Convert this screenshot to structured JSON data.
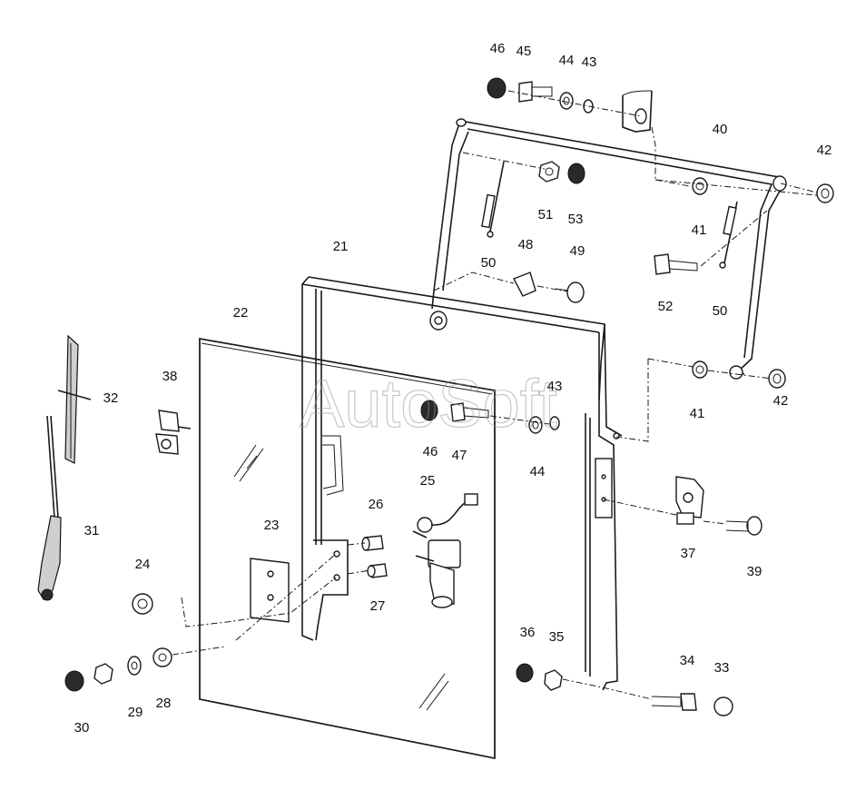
{
  "watermark": "AutoSoft",
  "callouts": {
    "p21": "21",
    "p22": "22",
    "p23": "23",
    "p24": "24",
    "p25": "25",
    "p26": "26",
    "p27": "27",
    "p28": "28",
    "p29": "29",
    "p30": "30",
    "p31": "31",
    "p32": "32",
    "p33": "33",
    "p34": "34",
    "p35": "35",
    "p36": "36",
    "p37": "37",
    "p38": "38",
    "p39": "39",
    "p40": "40",
    "p41a": "41",
    "p41b": "41",
    "p42a": "42",
    "p42b": "42",
    "p43a": "43",
    "p43b": "43",
    "p44a": "44",
    "p44b": "44",
    "p45": "45",
    "p46a": "46",
    "p46b": "46",
    "p47": "47",
    "p48": "48",
    "p49": "49",
    "p50a": "50",
    "p50b": "50",
    "p51": "51",
    "p52": "52",
    "p53": "53"
  }
}
